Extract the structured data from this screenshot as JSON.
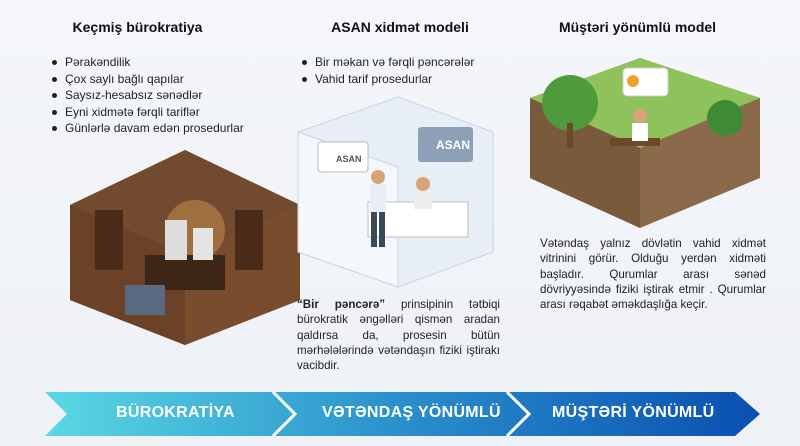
{
  "columns": [
    {
      "title": "Keçmiş bürokratiya",
      "bullets": [
        "Pərakəndilik",
        "Çox saylı bağlı qapılar",
        "Saysız-hesabsız sənədlər",
        "Eyni xidmətə fərqli tariflər",
        "Günlərlə davam edən prosedurlar"
      ]
    },
    {
      "title": "ASAN xidmət modeli",
      "bullets": [
        "Bir məkan və fərqli pəncərələr",
        "Vahid tarif prosedurlar"
      ],
      "sign": "ASAN",
      "note_bold": "“Bir pəncərə”",
      "note": " prinsipinin tətbiqi bürokratik əngəlləri qismən aradan qaldırsa da, prosesin bütün mərhələlərində vətəndaşın fiziki iştirakı vacibdir."
    },
    {
      "title": "Müştəri yönümlü model",
      "note": "Vətəndaş yalnız dövlətin vahid xidmət vitrinini görür. Olduğu yerdən xidməti başladır. Qurumlar arası sənəd dövriyyəsində fiziki iştirak etmir . Qurumlar arası rəqabət əməkdaşlığa keçir."
    }
  ],
  "stages": [
    "BÜROKRATİYA",
    "VƏTƏNDAŞ YÖNÜMLÜ",
    "MÜŞTƏRİ YÖNÜMLÜ"
  ],
  "colors": {
    "band_start": "#5ad8e4",
    "band_end": "#0a4fb0"
  }
}
